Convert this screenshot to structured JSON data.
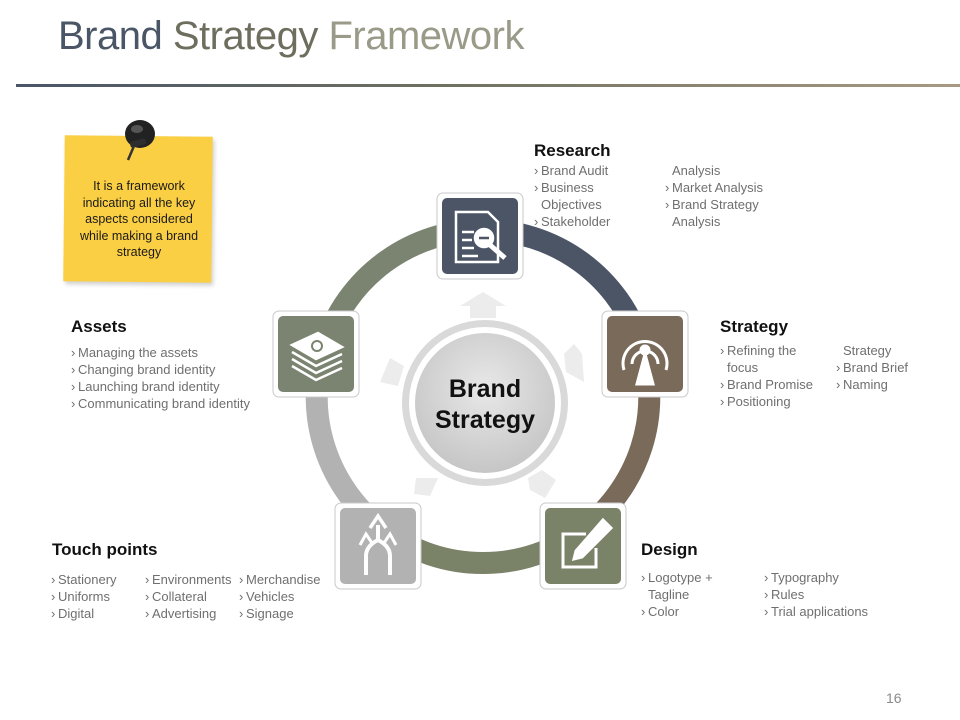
{
  "title": {
    "part1": "Brand",
    "part2": "Strategy",
    "part3": "Framework"
  },
  "note": {
    "text": "It is a framework indicating all the key aspects considered while making a brand strategy"
  },
  "center": {
    "line1": "Brand",
    "line2": "Strategy"
  },
  "sections": {
    "research": {
      "heading": "Research",
      "col1": [
        "Brand Audit",
        "Business",
        "Objectives",
        "Stakeholder"
      ],
      "col2": [
        "Analysis",
        "Market Analysis",
        "Brand Strategy",
        "Analysis"
      ]
    },
    "strategy": {
      "heading": "Strategy",
      "col1": [
        "Refining the",
        "focus",
        "Brand Promise",
        "Positioning"
      ],
      "col2": [
        "Strategy",
        "Brand Brief",
        "Naming"
      ]
    },
    "design": {
      "heading": "Design",
      "col1": [
        "Logotype +",
        "Tagline",
        "Color"
      ],
      "col2": [
        "Typography",
        "Rules",
        "Trial applications"
      ]
    },
    "touchpoints": {
      "heading": "Touch points",
      "col1": [
        "Stationery",
        "Uniforms",
        "Digital"
      ],
      "col2": [
        "Environments",
        "Collateral",
        "Advertising"
      ],
      "col3": [
        "Merchandise",
        "Vehicles",
        "Signage"
      ]
    },
    "assets": {
      "heading": "Assets",
      "col1": [
        "Managing the assets",
        "Changing brand identity",
        "Launching brand identity",
        "Communicating brand identity"
      ]
    }
  },
  "icons": {
    "research": "document-search-icon",
    "strategy": "target-signal-icon",
    "design": "pen-edit-icon",
    "touchpoints": "merging-arrows-icon",
    "assets": "money-stack-icon",
    "note_pin": "push-pin-icon"
  },
  "colors": {
    "research": "#4b5566",
    "strategy": "#7a6a5a",
    "design": "#7a8268",
    "touchpoints": "#b2b2b2",
    "assets": "#7b8470",
    "note": "#fbcf44"
  },
  "page_number": "16"
}
